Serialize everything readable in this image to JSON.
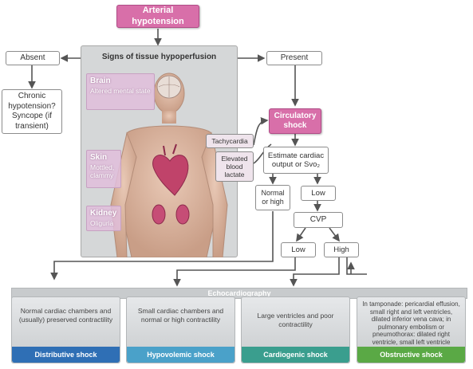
{
  "top": {
    "arterial": "Arterial hypotension"
  },
  "left": {
    "absent": "Absent",
    "chronic": "Chronic hypotension? Syncope (if transient)"
  },
  "signs": {
    "title": "Signs of tissue hypoperfusion",
    "brain": {
      "name": "Brain",
      "desc": "Altered mental state"
    },
    "skin": {
      "name": "Skin",
      "desc": "Mottled, clammy"
    },
    "kidney": {
      "name": "Kidney",
      "desc": "Oliguria"
    },
    "tachycardia": "Tachycardia",
    "lactate": "Elevated blood lactate"
  },
  "right": {
    "present": "Present",
    "circulatory": "Circulatory shock",
    "estimate": "Estimate cardiac output or Svo₂",
    "normal": "Normal or high",
    "low": "Low",
    "cvp": "CVP",
    "cvp_low": "Low",
    "cvp_high": "High"
  },
  "echo": {
    "title": "Echocardiography"
  },
  "shocks": [
    {
      "desc": "Normal cardiac chambers and (usually) preserved contractility",
      "label": "Distributive shock",
      "color": "#2f6fb5"
    },
    {
      "desc": "Small cardiac chambers and normal or high contractility",
      "label": "Hypovolemic shock",
      "color": "#4aa1c9"
    },
    {
      "desc": "Large ventricles and poor contractility",
      "label": "Cardiogenic shock",
      "color": "#3a9e8e"
    },
    {
      "desc": "In tamponade: pericardial effusion, small right and left ventricles, dilated inferior vena cava; in pulmonary embolism or pneumothorax: dilated right ventricle, small left ventricle",
      "label": "Obstructive shock",
      "color": "#5aa945"
    }
  ]
}
